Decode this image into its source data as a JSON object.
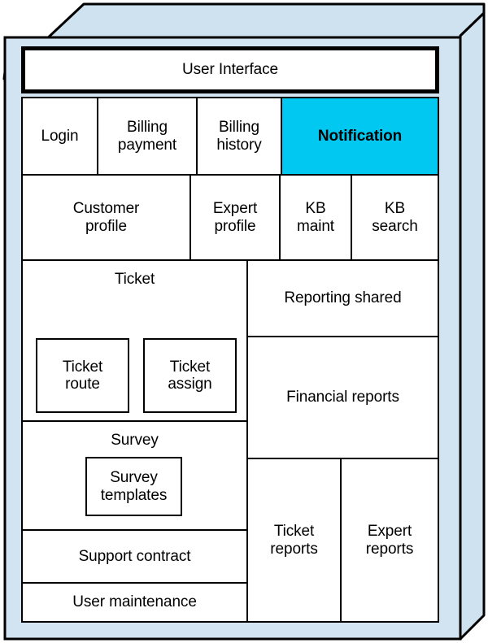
{
  "diagram": {
    "title": "User Interface",
    "colors": {
      "slab_face": "#d2e3f1",
      "slab_top": "#cfe2f0",
      "slab_side": "#cfe2f0",
      "accent": "#00c8f0",
      "stroke": "#000000",
      "node_fill": "#ffffff"
    },
    "header": {
      "label": "User Interface"
    },
    "row_ui": [
      {
        "label": "Login",
        "highlighted": false
      },
      {
        "label": "Billing\npayment",
        "highlighted": false
      },
      {
        "label": "Billing\nhistory",
        "highlighted": false
      },
      {
        "label": "Notification",
        "highlighted": true
      }
    ],
    "row_profile": [
      {
        "label": "Customer\nprofile"
      },
      {
        "label": "Expert\nprofile"
      },
      {
        "label": "KB\nmaint"
      },
      {
        "label": "KB\nsearch"
      }
    ],
    "left_column": {
      "ticket": {
        "label": "Ticket",
        "children": [
          {
            "label": "Ticket\nroute"
          },
          {
            "label": "Ticket\nassign"
          }
        ]
      },
      "survey": {
        "label": "Survey",
        "children": [
          {
            "label": "Survey\ntemplates"
          }
        ]
      },
      "support_contract": {
        "label": "Support contract"
      },
      "user_maintenance": {
        "label": "User maintenance"
      }
    },
    "right_column": {
      "reporting_shared": {
        "label": "Reporting shared"
      },
      "financial_reports": {
        "label": "Financial reports"
      },
      "ticket_reports": {
        "label": "Ticket\nreports"
      },
      "expert_reports": {
        "label": "Expert\nreports"
      }
    }
  }
}
